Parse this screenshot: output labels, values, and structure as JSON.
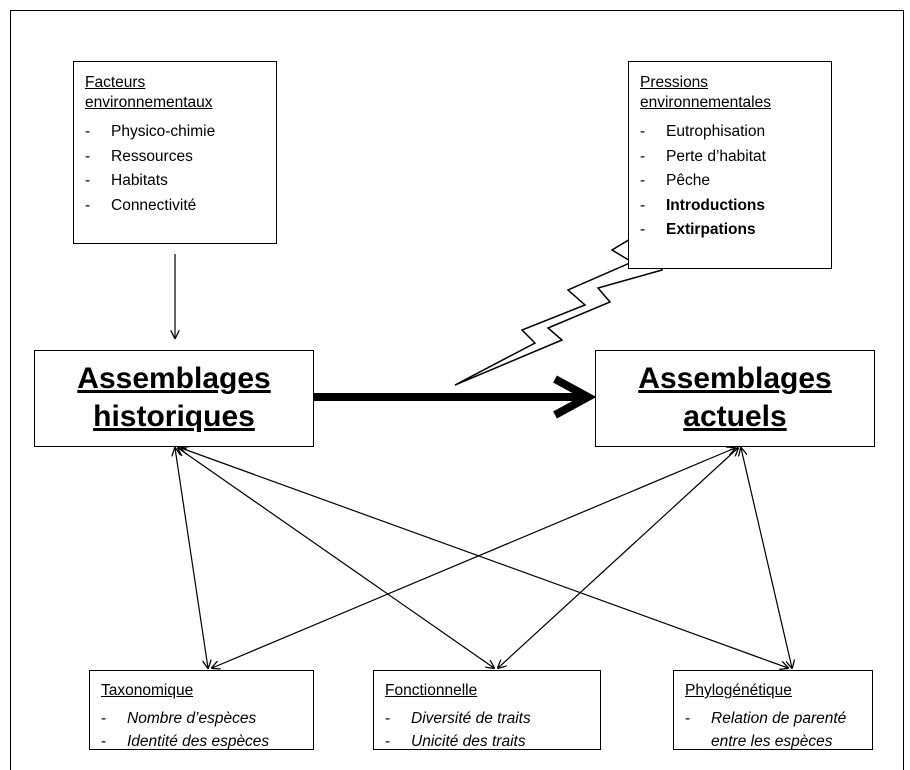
{
  "facteurs": {
    "title_line1": "Facteurs",
    "title_line2": "environnementaux",
    "items": [
      "Physico-chimie",
      "Ressources",
      "Habitats",
      "Connectivité"
    ]
  },
  "pressions": {
    "title_line1": "Pressions",
    "title_line2": "environnementales",
    "items": [
      "Eutrophisation",
      "Perte d’habitat",
      "Pêche"
    ],
    "bold_items": [
      "Introductions",
      "Extirpations"
    ]
  },
  "historiques": {
    "line1": "Assemblages",
    "line2": "historiques"
  },
  "actuels": {
    "line1": "Assemblages",
    "line2": "actuels"
  },
  "taxonomique": {
    "title": "Taxonomique",
    "items": [
      "Nombre d’espèces",
      "Identité des espèces"
    ]
  },
  "fonctionnelle": {
    "title": "Fonctionnelle",
    "items": [
      "Diversité de traits",
      "Unicité des traits"
    ]
  },
  "phylogenetique": {
    "title": "Phylogénétique",
    "item_line1": "Relation de parenté",
    "item_line2": "entre les espèces"
  },
  "bullet_char": "-"
}
